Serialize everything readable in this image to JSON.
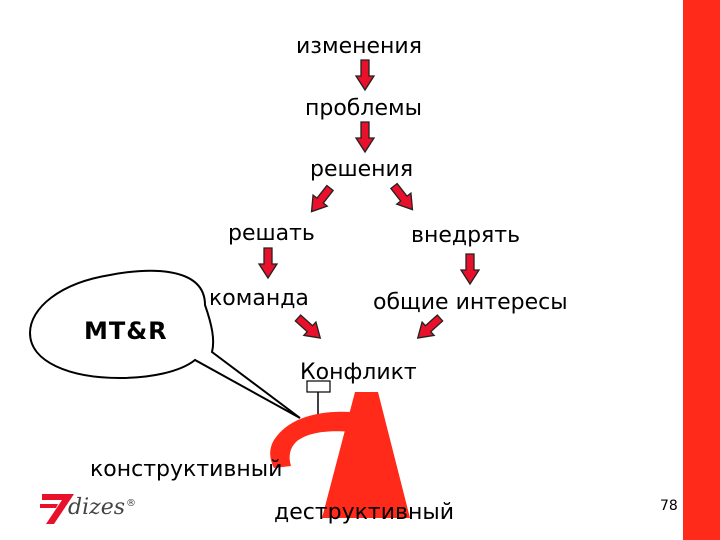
{
  "colors": {
    "accent": "#ff2a1a",
    "arrow_fill": "#e8102a",
    "arrow_stroke": "#222222",
    "right_band": "#ff2a1a"
  },
  "nodes": {
    "izmeneniya": "изменения",
    "problemy": "проблемы",
    "resheniya": "решения",
    "reshat": "решать",
    "vnedryat": "внедрять",
    "komanda": "команда",
    "obshchie_interesy": "общие интересы",
    "konflikt": "Конфликт",
    "konstruktivnyy": "конструктивный",
    "destruktivnyy": "деструктивный"
  },
  "bubble": {
    "label": "MT&R"
  },
  "logo": {
    "text": "dizes",
    "registered": "®"
  },
  "footer": {
    "page_number": "78"
  }
}
